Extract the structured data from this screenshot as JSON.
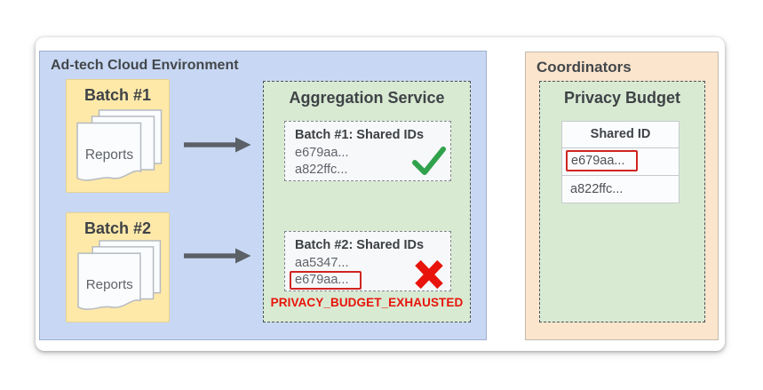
{
  "colors": {
    "adtech_fill": "#c8d8f4",
    "batch_fill": "#ffe9a9",
    "aggregation_fill": "#d9ead3",
    "coordinators_fill": "#fce5cd",
    "table_cell_fill": "#fbfcfd",
    "success_green": "#31a24c",
    "error_red": "#e8130a",
    "highlight_red_box": "#cf2520"
  },
  "icons": {
    "reports_stack": "stacked-pages",
    "arrow_right": "→",
    "success_check": "✓",
    "error_cross": "✕"
  },
  "adtech": {
    "title": "Ad-tech Cloud Environment",
    "batches": [
      {
        "label": "Batch #1",
        "doc_label": "Reports"
      },
      {
        "label": "Batch #2",
        "doc_label": "Reports"
      }
    ],
    "aggregation": {
      "title": "Aggregation Service",
      "results": [
        {
          "heading": "Batch #1: Shared IDs",
          "ids": [
            "e679aa...",
            "a822ffc..."
          ],
          "status": "success"
        },
        {
          "heading": "Batch #2: Shared IDs",
          "ids": [
            "aa5347...",
            "e679aa..."
          ],
          "status": "error",
          "highlighted_id": "e679aa..."
        }
      ],
      "error_label": "PRIVACY_BUDGET_EXHAUSTED"
    }
  },
  "coordinators": {
    "title": "Coordinators",
    "privacy_budget": {
      "title": "Privacy Budget",
      "table": {
        "header": "Shared ID",
        "rows": [
          {
            "id": "e679aa...",
            "highlighted": true
          },
          {
            "id": "a822ffc...",
            "highlighted": false
          }
        ]
      }
    }
  }
}
